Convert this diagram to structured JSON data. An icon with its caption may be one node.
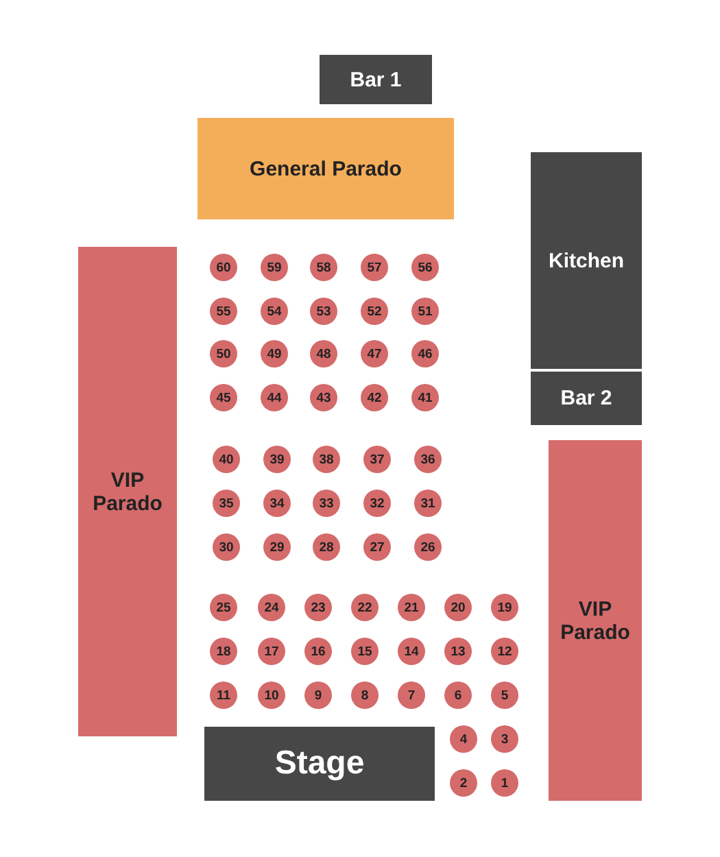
{
  "diagram": {
    "nodes": [
      {
        "text": [
          "Bar 1"
        ]
      },
      {
        "text": [
          "General Parado"
        ]
      },
      {
        "text": [
          "Kitchen"
        ]
      },
      {
        "text": [
          "VIP Parado"
        ]
      },
      {
        "text": [
          "60"
        ]
      },
      {
        "text": [
          "59"
        ]
      },
      {
        "text": [
          "58"
        ]
      },
      {
        "text": [
          "57"
        ]
      },
      {
        "text": [
          "56"
        ]
      },
      {
        "text": [
          "55"
        ]
      },
      {
        "text": [
          "54"
        ]
      },
      {
        "text": [
          "53"
        ]
      },
      {
        "text": [
          "52"
        ]
      },
      {
        "text": [
          "51"
        ]
      },
      {
        "text": [
          "50"
        ]
      },
      {
        "text": [
          "49"
        ]
      },
      {
        "text": [
          "48"
        ]
      },
      {
        "text": [
          "47"
        ]
      },
      {
        "text": [
          "46"
        ]
      },
      {
        "text": [
          "45"
        ]
      },
      {
        "text": [
          "44"
        ]
      },
      {
        "text": [
          "43"
        ]
      },
      {
        "text": [
          "42"
        ]
      },
      {
        "text": [
          "41"
        ]
      },
      {
        "text": [
          "Bar 2"
        ]
      },
      {
        "text": [
          "VIP Parado"
        ]
      },
      {
        "text": [
          "40"
        ]
      },
      {
        "text": [
          "39"
        ]
      },
      {
        "text": [
          "38"
        ]
      },
      {
        "text": [
          "37"
        ]
      },
      {
        "text": [
          "36"
        ]
      },
      {
        "text": [
          "35"
        ]
      },
      {
        "text": [
          "34"
        ]
      },
      {
        "text": [
          "33"
        ]
      },
      {
        "text": [
          "32"
        ]
      },
      {
        "text": [
          "31"
        ]
      },
      {
        "text": [
          "30"
        ]
      },
      {
        "text": [
          "29"
        ]
      },
      {
        "text": [
          "28"
        ]
      },
      {
        "text": [
          "27"
        ]
      },
      {
        "text": [
          "26"
        ]
      },
      {
        "text": [
          "25"
        ]
      },
      {
        "text": [
          "24"
        ]
      },
      {
        "text": [
          "23"
        ]
      },
      {
        "text": [
          "22"
        ]
      },
      {
        "text": [
          "21"
        ]
      },
      {
        "text": [
          "20"
        ]
      },
      {
        "text": [
          "19"
        ]
      },
      {
        "text": [
          "18"
        ]
      },
      {
        "text": [
          "17"
        ]
      },
      {
        "text": [
          "16"
        ]
      },
      {
        "text": [
          "15"
        ]
      },
      {
        "text": [
          "14"
        ]
      },
      {
        "text": [
          "13"
        ]
      },
      {
        "text": [
          "12"
        ]
      },
      {
        "text": [
          "11"
        ]
      },
      {
        "text": [
          "10"
        ]
      },
      {
        "text": [
          "9"
        ]
      },
      {
        "text": [
          "8"
        ]
      },
      {
        "text": [
          "7"
        ]
      },
      {
        "text": [
          "6"
        ]
      },
      {
        "text": [
          "5"
        ]
      },
      {
        "text": [
          "Stage"
        ]
      },
      {
        "text": [
          "4"
        ]
      },
      {
        "text": [
          "3"
        ]
      },
      {
        "text": [
          "2"
        ]
      },
      {
        "text": [
          "1"
        ]
      }
    ]
  }
}
